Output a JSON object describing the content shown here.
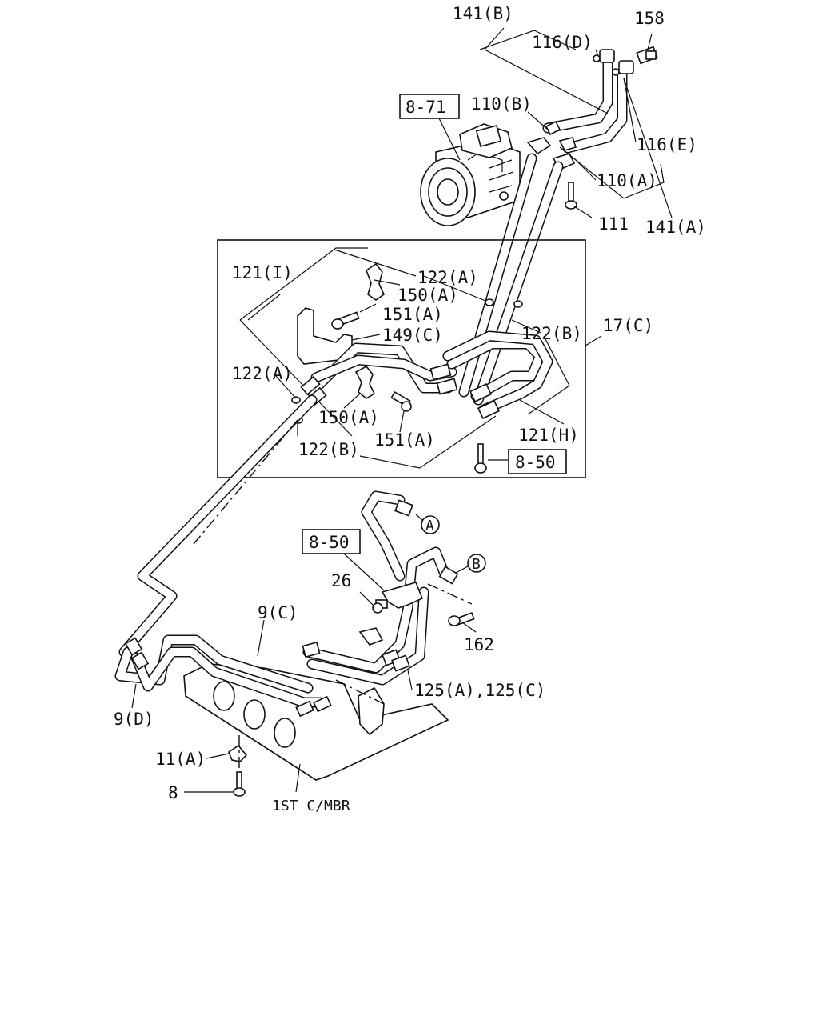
{
  "labels": {
    "l141b": "141(B)",
    "l158": "158",
    "l116d": "116(D)",
    "l871": "8-71",
    "l110b": "110(B)",
    "l116e": "116(E)",
    "l110a": "110(A)",
    "l111": "111",
    "l141a": "141(A)",
    "l121i": "121(I)",
    "l122a_top": "122(A)",
    "l150a_top": "150(A)",
    "l151a_top": "151(A)",
    "l149c": "149(C)",
    "l122b_right": "122(B)",
    "l17c": "17(C)",
    "l122a_left": "122(A)",
    "l150a_mid": "150(A)",
    "l151a_mid": "151(A)",
    "l121h": "121(H)",
    "l122b_bottom": "122(B)",
    "l850_upper": "8-50",
    "lA": "A",
    "l850_lower": "8-50",
    "lB": "B",
    "l26": "26",
    "l9c": "9(C)",
    "l162": "162",
    "l125": "125(A),125(C)",
    "l9d": "9(D)",
    "l11a": "11(A)",
    "l8": "8",
    "l1st": "1ST C/MBR"
  },
  "icons": {
    "compressor": "ac-compressor-icon",
    "bolt": "bolt-icon",
    "clamp": "clamp-icon",
    "oring": "o-ring-icon",
    "bracket": "bracket-icon",
    "crossmember": "crossmember-icon"
  }
}
